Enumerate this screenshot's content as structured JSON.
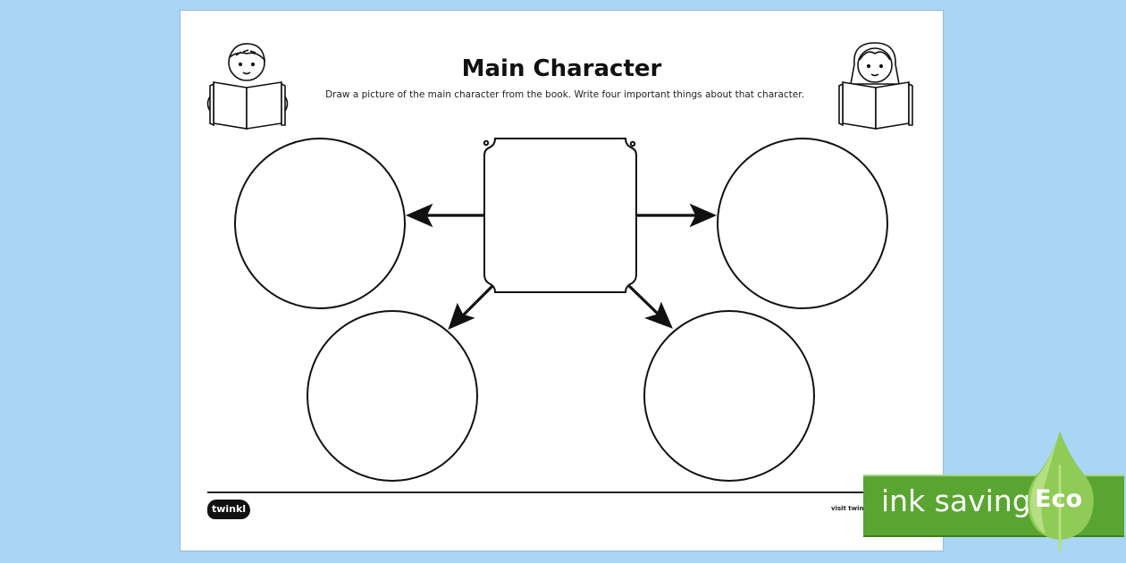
{
  "worksheet": {
    "title": "Main Character",
    "instructions": "Draw a picture of the main character from the book. Write four important things about that character."
  },
  "footer": {
    "logo_text": "twinkl",
    "visit_text": "visit twin"
  },
  "badge": {
    "label": "ink saving",
    "eco_label": "Eco"
  },
  "colors": {
    "background": "#a9d6f5",
    "sheet": "#ffffff",
    "ink": "#111111",
    "badge_green": "#5aa531",
    "drop_green": "#8fcb56"
  },
  "icons": [
    "reading-boy-icon",
    "reading-girl-icon",
    "arrow-icon",
    "leaf-drop-icon"
  ]
}
